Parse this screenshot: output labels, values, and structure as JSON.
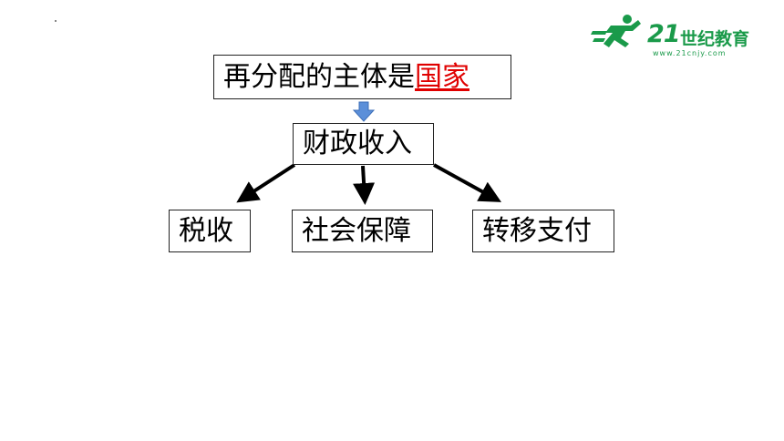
{
  "logo": {
    "number": "21",
    "name": "世纪教育",
    "url": "www.21cnjy.com"
  },
  "diagram": {
    "root": {
      "prefix": "再分配的主体是",
      "answer": "国家"
    },
    "middle": "财政收入",
    "children": [
      "税收",
      "社会保障",
      "转移支付"
    ]
  },
  "colors": {
    "answer_text": "#e00000",
    "down_arrow": "#5b8fd9",
    "logo_green": "#1a9a4a"
  }
}
